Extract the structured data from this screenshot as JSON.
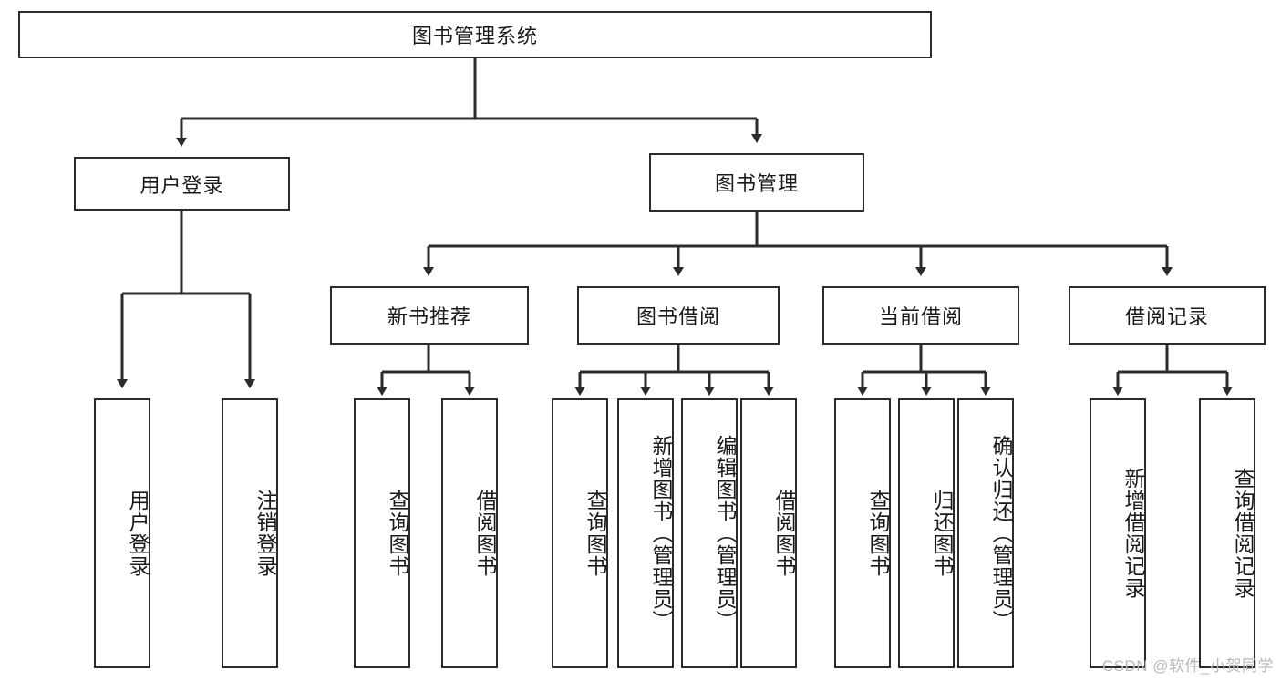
{
  "diagram": {
    "type": "tree-hierarchy",
    "title": "图书管理系统",
    "watermark": "CSDN @软件_小贺同学",
    "colors": {
      "stroke": "#2b2b2b",
      "fill": "#ffffff",
      "text": "#1a1a1a",
      "watermark": "#b9b9b9"
    },
    "levels": {
      "root": {
        "label": "图书管理系统"
      },
      "level2": [
        {
          "id": "user-login",
          "label": "用户登录"
        },
        {
          "id": "book-management",
          "label": "图书管理"
        }
      ],
      "level3": [
        {
          "id": "new-book-recommend",
          "label": "新书推荐",
          "parent": "book-management"
        },
        {
          "id": "book-borrow",
          "label": "图书借阅",
          "parent": "book-management"
        },
        {
          "id": "current-borrow",
          "label": "当前借阅",
          "parent": "book-management"
        },
        {
          "id": "borrow-record",
          "label": "借阅记录",
          "parent": "book-management"
        }
      ],
      "leaves": [
        {
          "id": "leaf-user-login",
          "label": "用户登录",
          "parent": "user-login"
        },
        {
          "id": "leaf-logout",
          "label": "注销登录",
          "parent": "user-login"
        },
        {
          "id": "leaf-query-book-1",
          "label": "查询图书",
          "parent": "new-book-recommend"
        },
        {
          "id": "leaf-borrow-book-1",
          "label": "借阅图书",
          "parent": "new-book-recommend"
        },
        {
          "id": "leaf-query-book-2",
          "label": "查询图书",
          "parent": "book-borrow"
        },
        {
          "id": "leaf-add-book",
          "label": "新增图书（管理员）",
          "parent": "book-borrow"
        },
        {
          "id": "leaf-edit-book",
          "label": "编辑图书（管理员）",
          "parent": "book-borrow"
        },
        {
          "id": "leaf-borrow-book-2",
          "label": "借阅图书",
          "parent": "book-borrow"
        },
        {
          "id": "leaf-query-book-3",
          "label": "查询图书",
          "parent": "current-borrow"
        },
        {
          "id": "leaf-return-book",
          "label": "归还图书",
          "parent": "current-borrow"
        },
        {
          "id": "leaf-confirm-return",
          "label": "确认归还（管理员）",
          "parent": "current-borrow"
        },
        {
          "id": "leaf-add-record",
          "label": "新增借阅记录",
          "parent": "borrow-record"
        },
        {
          "id": "leaf-query-record",
          "label": "查询借阅记录",
          "parent": "borrow-record"
        }
      ]
    }
  }
}
